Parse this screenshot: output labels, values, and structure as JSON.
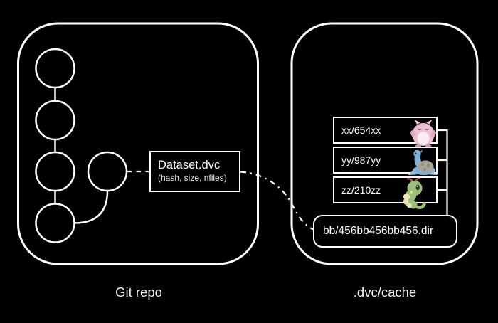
{
  "colors": {
    "background": "#000000",
    "stroke": "#ffffff",
    "text": "#f5f5f5"
  },
  "left_panel": {
    "caption": "Git repo",
    "git_graph": {
      "main_commit_nodes": 4,
      "branch_commit_nodes": 1
    },
    "dvc_file_box": {
      "title": "Dataset.dvc",
      "subtitle": "(hash, size, nfiles)"
    }
  },
  "right_panel": {
    "caption": ".dvc/cache",
    "cache_entries": [
      {
        "label": "xx/654xx",
        "icon": "chansey-pokemon-sprite"
      },
      {
        "label": "yy/987yy",
        "icon": "lapras-pokemon-sprite"
      },
      {
        "label": "zz/210zz",
        "icon": "caterpie-pokemon-sprite"
      }
    ],
    "dir_entry": {
      "label": "bb/456bb456bb456.dir"
    },
    "relationships": {
      "dvc_file_points_to": "bb/456bb456bb456.dir",
      "dir_groups": [
        "xx/654xx",
        "yy/987yy",
        "zz/210zz"
      ]
    }
  }
}
